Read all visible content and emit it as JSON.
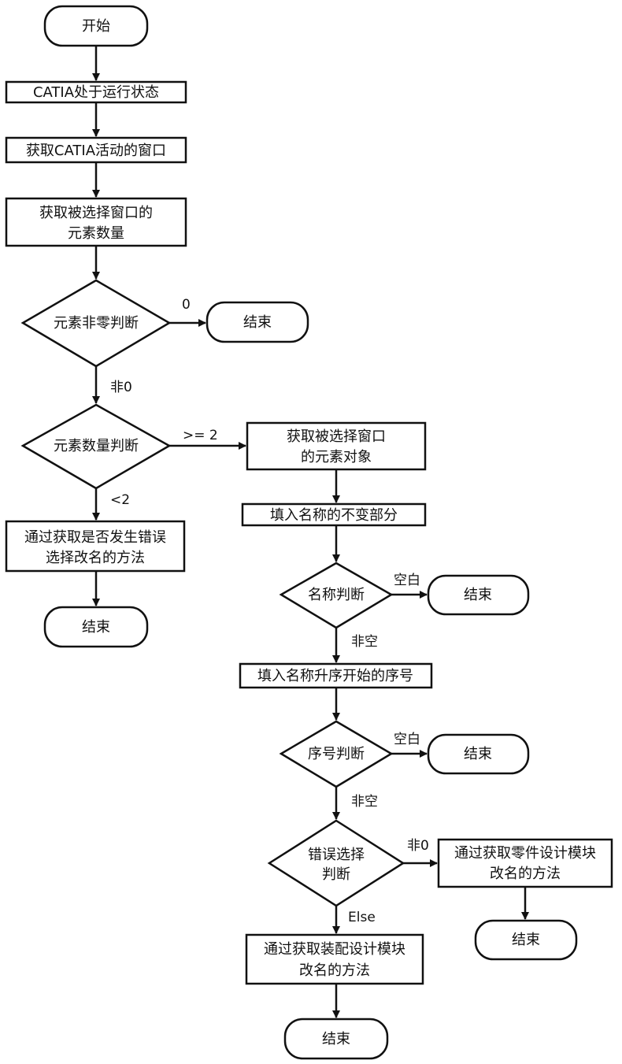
{
  "nodes": {
    "start": "开始",
    "catia_running": "CATIA处于运行状态",
    "get_window": "获取CATIA活动的窗口",
    "get_count": [
      "获取被选择窗口的",
      "元素数量"
    ],
    "check_nonzero": "元素非零判断",
    "end_zero": "结束",
    "check_count": "元素数量判断",
    "get_objects": [
      "获取被选择窗口",
      "的元素对象"
    ],
    "select_by_error": [
      "通过获取是否发生错误",
      "选择改名的方法"
    ],
    "end_left": "结束",
    "fill_fixed": "填入名称的不变部分",
    "check_name": "名称判断",
    "end_name": "结束",
    "fill_seq": "填入名称升序开始的序号",
    "check_seq": "序号判断",
    "end_seq": "结束",
    "check_error": [
      "错误选择",
      "判断"
    ],
    "part_rename": [
      "通过获取零件设计模块",
      "改名的方法"
    ],
    "end_part": "结束",
    "assembly_rename": [
      "通过获取装配设计模块",
      "改名的方法"
    ],
    "end_assembly": "结束"
  },
  "edges": {
    "zero": "0",
    "nonzero": "非0",
    "ge2": ">= 2",
    "lt2": "<2",
    "blank_name": "空白",
    "nonempty_name": "非空",
    "blank_seq": "空白",
    "nonempty_seq": "非空",
    "nonzero_err": "非0",
    "else": "Else"
  }
}
